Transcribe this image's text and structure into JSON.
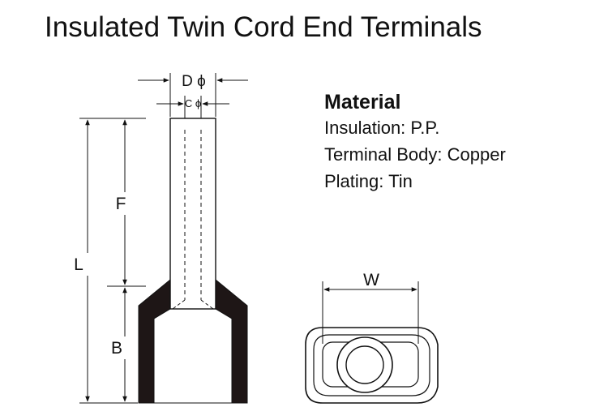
{
  "title": "Insulated Twin Cord End Terminals",
  "material": {
    "heading": "Material",
    "lines": [
      "Insulation: P.P.",
      "Terminal Body: Copper",
      "Plating: Tin"
    ]
  },
  "dimensions": {
    "d": "D ϕ",
    "c": "C ϕ",
    "f": "F",
    "l": "L",
    "b": "B",
    "w": "W"
  },
  "colors": {
    "ink": "#111111",
    "insulation": "#1e1616",
    "sleeve": "#ffffff"
  }
}
